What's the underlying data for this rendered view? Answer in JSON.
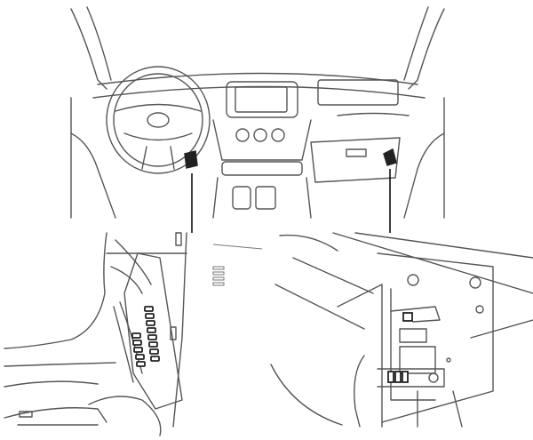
{
  "colors": {
    "line": "#555555",
    "fuse_outline": "#222222",
    "background": "#ffffff"
  },
  "views": [
    {
      "id": "dashboard-overview"
    },
    {
      "id": "driver-side-fuse-block"
    },
    {
      "id": "passenger-side-relay-block"
    }
  ]
}
